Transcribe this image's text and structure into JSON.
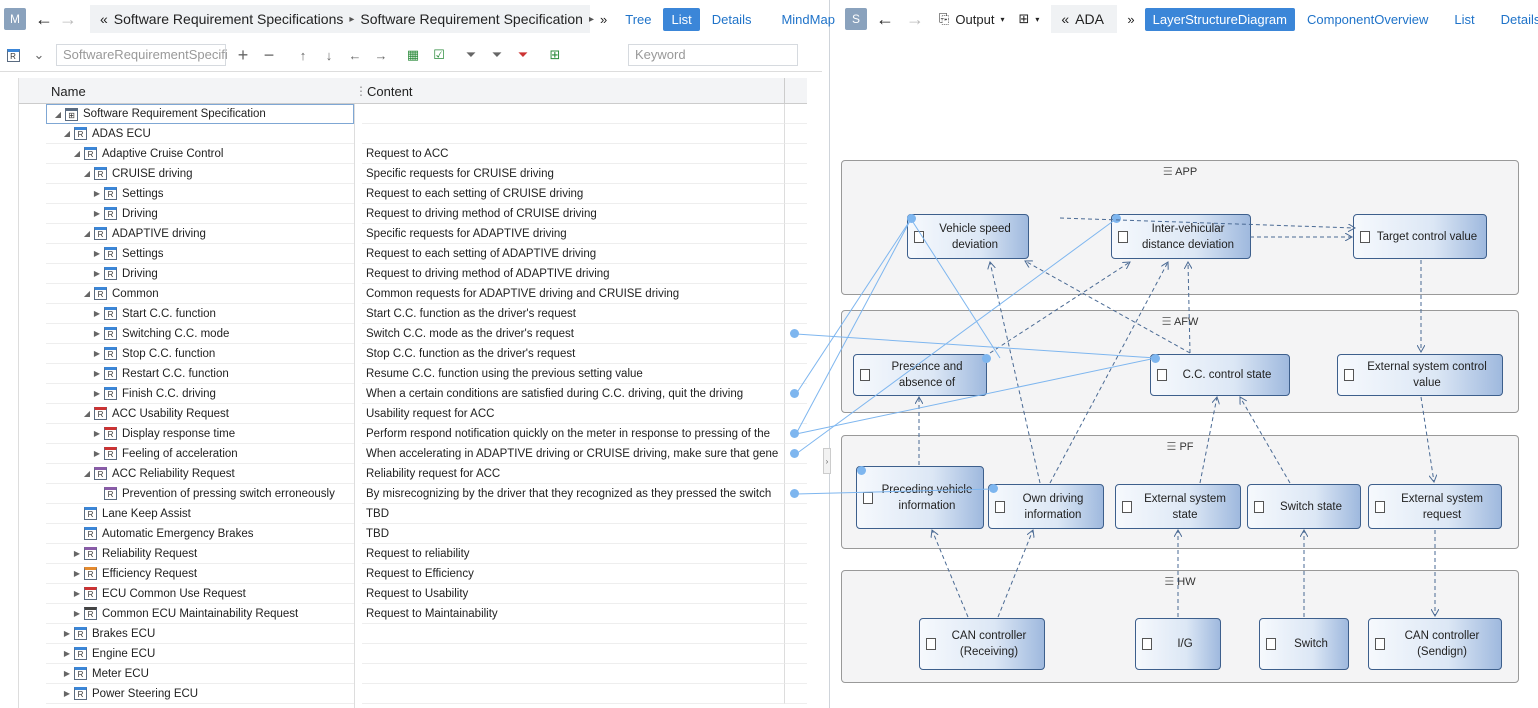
{
  "left": {
    "badge": "M",
    "breadcrumb": [
      "Software Requirement Specifications",
      "Software Requirement Specification"
    ],
    "more": "»",
    "tabs": [
      {
        "label": "Tree",
        "active": false
      },
      {
        "label": "List",
        "active": true
      },
      {
        "label": "Details",
        "active": false
      },
      {
        "label": "MindMap",
        "active": false
      }
    ],
    "toolbar": {
      "filter_value": "SoftwareRequirementSpecifi",
      "keyword_placeholder": "Keyword"
    },
    "columns": {
      "name": "Name",
      "content": "Content"
    },
    "rows": [
      {
        "level": 0,
        "expander": "down",
        "icon": "tree",
        "name": "Software Requirement Specification",
        "content": "",
        "selected": true
      },
      {
        "level": 1,
        "expander": "down",
        "icon": "blue",
        "name": "ADAS  ECU",
        "content": ""
      },
      {
        "level": 2,
        "expander": "down",
        "icon": "blue",
        "name": "Adaptive Cruise Control",
        "content": "Request to ACC"
      },
      {
        "level": 3,
        "expander": "down",
        "icon": "blue",
        "name": "CRUISE driving",
        "content": "Specific requests for CRUISE driving"
      },
      {
        "level": 4,
        "expander": "right",
        "icon": "blue",
        "name": "Settings",
        "content": "Request to each setting of CRUISE driving"
      },
      {
        "level": 4,
        "expander": "right",
        "icon": "blue",
        "name": "Driving",
        "content": "Request to driving method of CRUISE driving"
      },
      {
        "level": 3,
        "expander": "down",
        "icon": "blue",
        "name": "ADAPTIVE driving",
        "content": "Specific requests for ADAPTIVE driving"
      },
      {
        "level": 4,
        "expander": "right",
        "icon": "blue",
        "name": "Settings",
        "content": "Request to each setting of ADAPTIVE driving"
      },
      {
        "level": 4,
        "expander": "right",
        "icon": "blue",
        "name": "Driving",
        "content": "Request to driving method of ADAPTIVE driving"
      },
      {
        "level": 3,
        "expander": "down",
        "icon": "blue",
        "name": "Common",
        "content": "Common requests for ADAPTIVE driving and CRUISE driving"
      },
      {
        "level": 4,
        "expander": "right",
        "icon": "blue",
        "name": "Start C.C. function",
        "content": "Start C.C. function as the driver's request"
      },
      {
        "level": 4,
        "expander": "right",
        "icon": "blue",
        "name": "Switching C.C. mode",
        "content": "Switch C.C. mode as the driver's request",
        "dot": true
      },
      {
        "level": 4,
        "expander": "right",
        "icon": "blue",
        "name": "Stop C.C. function",
        "content": "Stop C.C. function as the driver's request"
      },
      {
        "level": 4,
        "expander": "right",
        "icon": "blue",
        "name": "Restart C.C. function",
        "content": "Resume C.C. function using the previous setting value"
      },
      {
        "level": 4,
        "expander": "right",
        "icon": "blue",
        "name": "Finish C.C. driving",
        "content": "When a certain conditions are satisfied during C.C. driving, quit the driving",
        "dot": true
      },
      {
        "level": 3,
        "expander": "down",
        "icon": "red",
        "name": "ACC Usability Request",
        "content": "Usability request for ACC"
      },
      {
        "level": 4,
        "expander": "right",
        "icon": "red",
        "name": "Display response time",
        "content": "Perform respond notification quickly on the meter in response to pressing of the",
        "dot": true
      },
      {
        "level": 4,
        "expander": "right",
        "icon": "red",
        "name": "Feeling of acceleration",
        "content": "When accelerating in ADAPTIVE driving or CRUISE driving, make sure that gene",
        "dot": true
      },
      {
        "level": 3,
        "expander": "down",
        "icon": "purple",
        "name": "ACC Reliability Request",
        "content": "Reliability request for ACC"
      },
      {
        "level": 4,
        "expander": "none",
        "icon": "purple",
        "name": "Prevention of pressing switch erroneously",
        "content": "By misrecognizing by the driver that they recognized as they pressed the switch",
        "dot": true
      },
      {
        "level": 2,
        "expander": "none",
        "icon": "blue",
        "name": "Lane Keep Assist",
        "content": "TBD"
      },
      {
        "level": 2,
        "expander": "none",
        "icon": "blue",
        "name": "Automatic Emergency Brakes",
        "content": "TBD"
      },
      {
        "level": 2,
        "expander": "right",
        "icon": "purple",
        "name": "Reliability Request",
        "content": "Request to reliability"
      },
      {
        "level": 2,
        "expander": "right",
        "icon": "orange",
        "name": "Efficiency Request",
        "content": "Request to Efficiency"
      },
      {
        "level": 2,
        "expander": "right",
        "icon": "red",
        "name": "ECU Common Use Request",
        "content": "Request to Usability"
      },
      {
        "level": 2,
        "expander": "right",
        "icon": "dark",
        "name": "Common ECU Maintainability Request",
        "content": "Request to Maintainability"
      },
      {
        "level": 1,
        "expander": "right",
        "icon": "blue",
        "name": "Brakes ECU",
        "content": ""
      },
      {
        "level": 1,
        "expander": "right",
        "icon": "blue",
        "name": "Engine ECU",
        "content": ""
      },
      {
        "level": 1,
        "expander": "right",
        "icon": "blue",
        "name": "Meter ECU",
        "content": ""
      },
      {
        "level": 1,
        "expander": "right",
        "icon": "blue",
        "name": "Power Steering ECU",
        "content": ""
      }
    ]
  },
  "right": {
    "badge": "S",
    "output_label": "Output",
    "breadcrumb": "ADA",
    "tabs": [
      {
        "label": "LayerStructureDiagram",
        "active": true
      },
      {
        "label": "ComponentOverview",
        "active": false
      },
      {
        "label": "List",
        "active": false
      },
      {
        "label": "Details",
        "active": false
      }
    ],
    "layers": {
      "app": "APP",
      "afw": "AFW",
      "pf": "PF",
      "hw": "HW"
    },
    "components": {
      "vehicle_speed": "Vehicle speed deviation",
      "inter_vehicular": "Inter-vehicular distance deviation",
      "target_control": "Target control value",
      "presence": "Presence and absence of",
      "cc_state": "C.C. control state",
      "ext_control": "External system control value",
      "preceding": "Preceding vehicle information",
      "own_driving": "Own driving information",
      "ext_state": "External system state",
      "switch_state": "Switch state",
      "ext_request": "External system request",
      "can_recv": "CAN controller (Receiving)",
      "ig": "I/G",
      "switch": "Switch",
      "can_send": "CAN controller (Sendign)"
    }
  }
}
